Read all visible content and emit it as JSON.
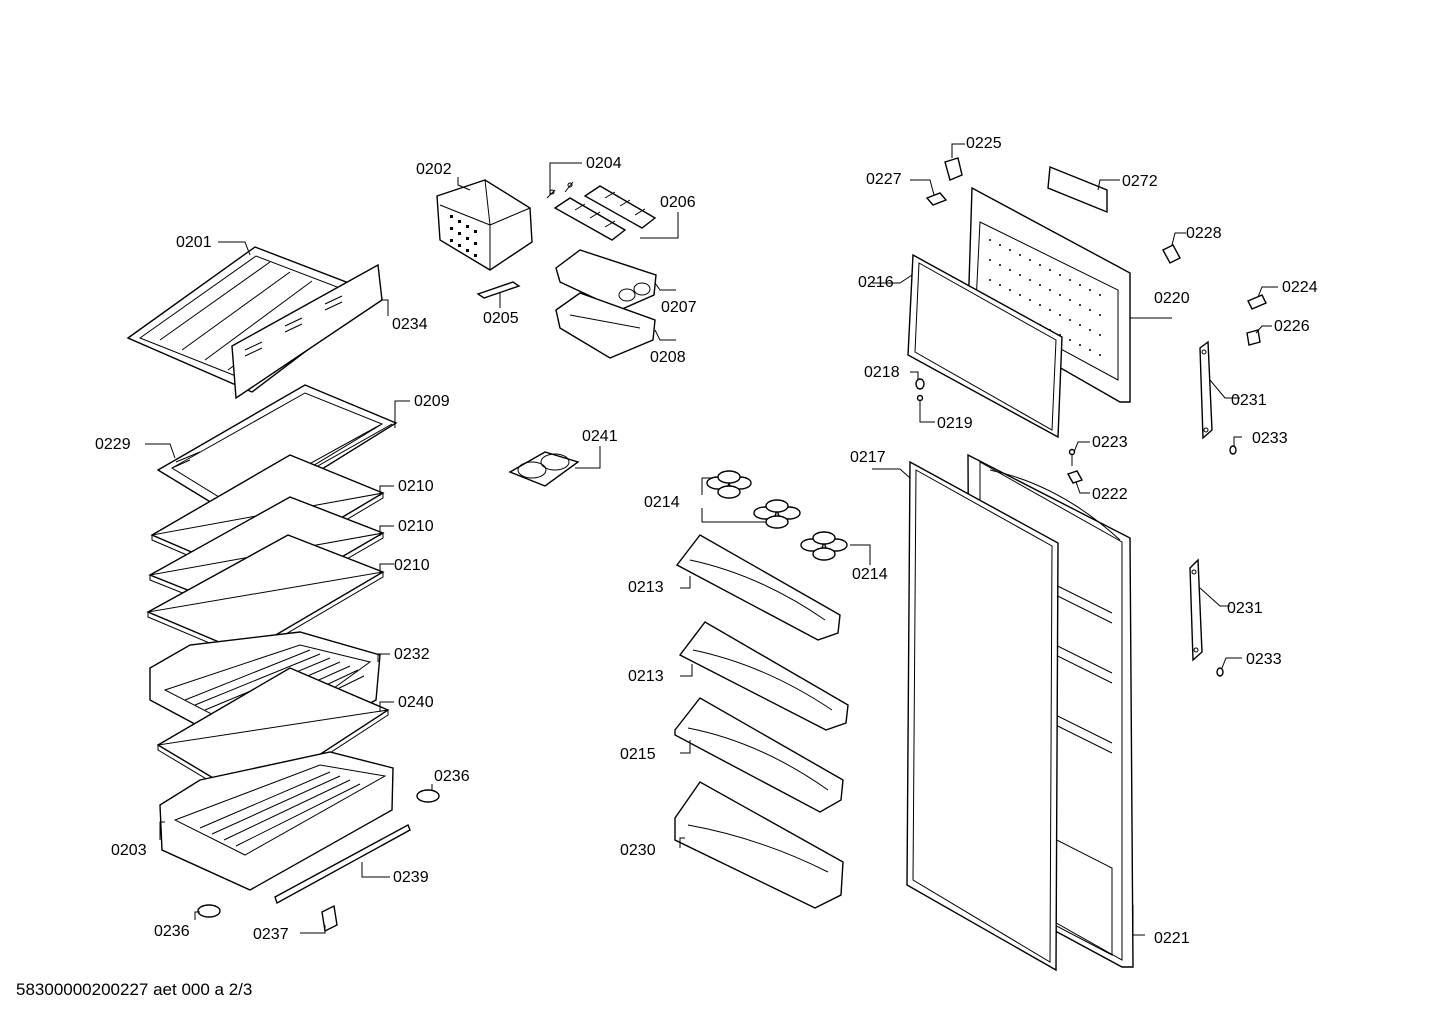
{
  "labels": {
    "l0201": "0201",
    "l0202": "0202",
    "l0203": "0203",
    "l0204": "0204",
    "l0205": "0205",
    "l0206": "0206",
    "l0207": "0207",
    "l0208": "0208",
    "l0209": "0209",
    "l0210": "0210",
    "l0213": "0213",
    "l0214": "0214",
    "l0215": "0215",
    "l0216": "0216",
    "l0217": "0217",
    "l0218": "0218",
    "l0219": "0219",
    "l0220": "0220",
    "l0221": "0221",
    "l0222": "0222",
    "l0223": "0223",
    "l0224": "0224",
    "l0225": "0225",
    "l0226": "0226",
    "l0227": "0227",
    "l0228": "0228",
    "l0229": "0229",
    "l0230": "0230",
    "l0231": "0231",
    "l0232": "0232",
    "l0233": "0233",
    "l0234": "0234",
    "l0236": "0236",
    "l0237": "0237",
    "l0239": "0239",
    "l0240": "0240",
    "l0241": "0241",
    "l0272": "0272"
  },
  "footer": "58300000200227 aet 000 a 2/3"
}
